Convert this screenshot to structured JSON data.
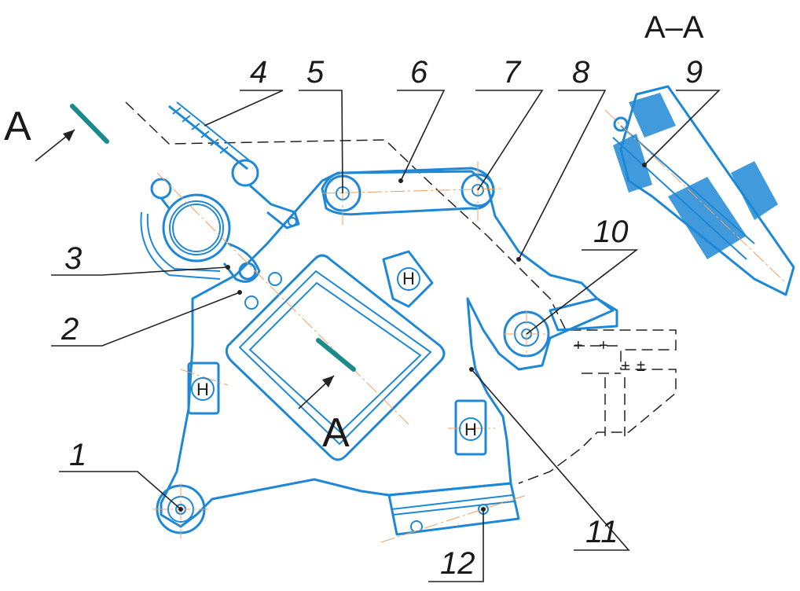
{
  "section_title": "А–А",
  "view_letter_left": "А",
  "view_letter_center": "А",
  "part_numbers": [
    "1",
    "2",
    "3",
    "4",
    "5",
    "6",
    "7",
    "8",
    "9",
    "10",
    "11",
    "12"
  ],
  "h_mark": "Н",
  "plus_signs": [
    "+",
    "+",
    "+",
    "±"
  ],
  "colors": {
    "part_line": "#1e88d6",
    "axis_line": "#f0a060",
    "cut_mark": "#1a8a8a",
    "text": "#1a1a1a"
  }
}
